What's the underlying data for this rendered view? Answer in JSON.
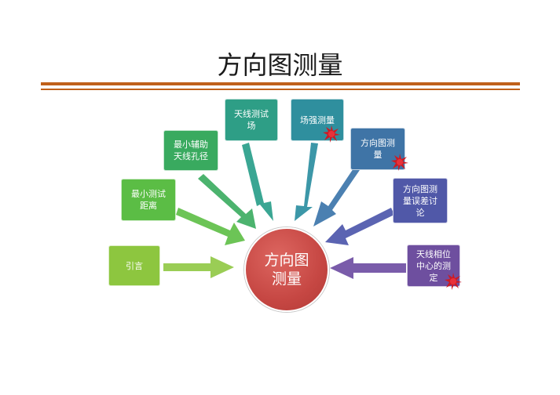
{
  "title": "方向图测量",
  "colors": {
    "rule": "#c0601a",
    "center": "#c64743"
  },
  "center": {
    "line1": "方向图",
    "line2": "测量"
  },
  "nodes": [
    {
      "line1": "引言",
      "line2": "",
      "line3": "",
      "color": "#8dc63f",
      "starred": false
    },
    {
      "line1": "最小测试",
      "line2": "距离",
      "line3": "",
      "color": "#5bbd45",
      "starred": false
    },
    {
      "line1": "最小辅助",
      "line2": "天线孔径",
      "line3": "",
      "color": "#39aa5f",
      "starred": false
    },
    {
      "line1": "天线测试",
      "line2": "场",
      "line3": "",
      "color": "#2e9e86",
      "starred": false
    },
    {
      "line1": "场强测量",
      "line2": "",
      "line3": "",
      "color": "#2f8f9e",
      "starred": true
    },
    {
      "line1": "方向图测",
      "line2": "量",
      "line3": "",
      "color": "#3f74a6",
      "starred": true
    },
    {
      "line1": "方向图测",
      "line2": "量误差讨",
      "line3": "论",
      "color": "#5058a8",
      "starred": false
    },
    {
      "line1": "天线相位",
      "line2": "中心的测",
      "line3": "定",
      "color": "#6e4f9f",
      "starred": true
    }
  ]
}
